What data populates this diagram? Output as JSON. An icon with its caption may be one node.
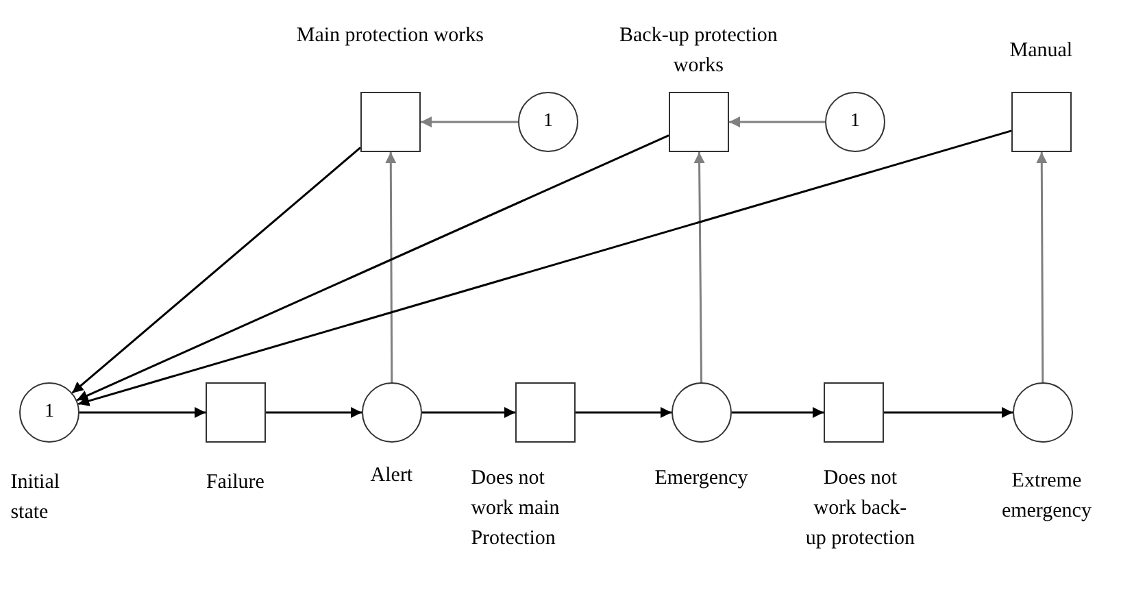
{
  "diagram": {
    "nodes": [
      {
        "text": [
          "1",
          "Initial state"
        ]
      },
      {
        "text": [
          "Failure"
        ]
      },
      {
        "text": [
          "Alert"
        ]
      },
      {
        "text": [
          "Does not work main Protection"
        ]
      },
      {
        "text": [
          "Emergency"
        ]
      },
      {
        "text": [
          "Does not work back-up protection"
        ]
      },
      {
        "text": [
          "Extreme emergency"
        ]
      },
      {
        "text": [
          "Main protection works"
        ]
      },
      {
        "text": [
          "1"
        ]
      },
      {
        "text": [
          "Back-up protection works"
        ]
      },
      {
        "text": [
          "1"
        ]
      },
      {
        "text": [
          "Manual"
        ]
      }
    ],
    "edges": [
      {
        "from": 0,
        "to": 1,
        "arrow": "to"
      },
      {
        "from": 1,
        "to": 2,
        "arrow": "to"
      },
      {
        "from": 2,
        "to": 3,
        "arrow": "to"
      },
      {
        "from": 3,
        "to": 4,
        "arrow": "to"
      },
      {
        "from": 4,
        "to": 5,
        "arrow": "to"
      },
      {
        "from": 5,
        "to": 6,
        "arrow": "to"
      },
      {
        "from": 2,
        "to": 7,
        "arrow": "to",
        "color": "#808080"
      },
      {
        "from": 8,
        "to": 7,
        "arrow": "to",
        "color": "#808080"
      },
      {
        "from": 4,
        "to": 9,
        "arrow": "to",
        "color": "#808080"
      },
      {
        "from": 10,
        "to": 9,
        "arrow": "to",
        "color": "#808080"
      },
      {
        "from": 6,
        "to": 11,
        "arrow": "to",
        "color": "#808080"
      },
      {
        "from": 7,
        "to": 0,
        "arrow": "to"
      },
      {
        "from": 9,
        "to": 0,
        "arrow": "to"
      },
      {
        "from": 11,
        "to": 0,
        "arrow": "to"
      }
    ]
  }
}
